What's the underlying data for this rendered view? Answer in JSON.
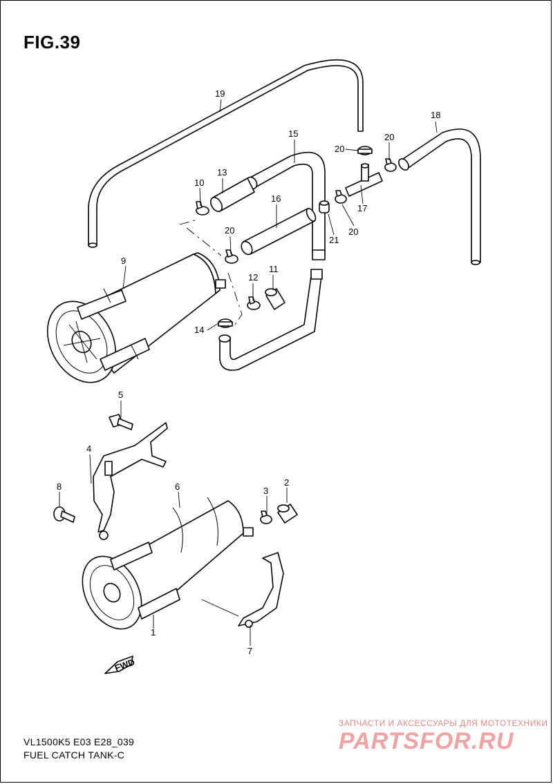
{
  "figure": {
    "title": "FIG.39"
  },
  "caption": {
    "code": "VL1500K5 E03 E28_039",
    "name": "FUEL CATCH TANK-C"
  },
  "fwd_label": "FWD",
  "watermark": {
    "tagline": "ЗАПЧАСТИ И АКСЕССУАРЫ ДЛЯ МОТОТЕХНИКИ",
    "brand": "PARTSFOR.RU"
  },
  "callouts": {
    "p1": "1",
    "p2": "2",
    "p3": "3",
    "p4": "4",
    "p5": "5",
    "p6": "6",
    "p7": "7",
    "p8": "8",
    "p9": "9",
    "p10": "10",
    "p11": "11",
    "p12": "12",
    "p13": "13",
    "p14": "14",
    "p15": "15",
    "p16": "16",
    "p17": "17",
    "p18": "18",
    "p19": "19",
    "p20a": "20",
    "p20b": "20",
    "p20c": "20",
    "p20d": "20",
    "p21": "21"
  },
  "colors": {
    "line": "#000000",
    "background": "#ffffff",
    "watermark": "#f1a3a3"
  }
}
